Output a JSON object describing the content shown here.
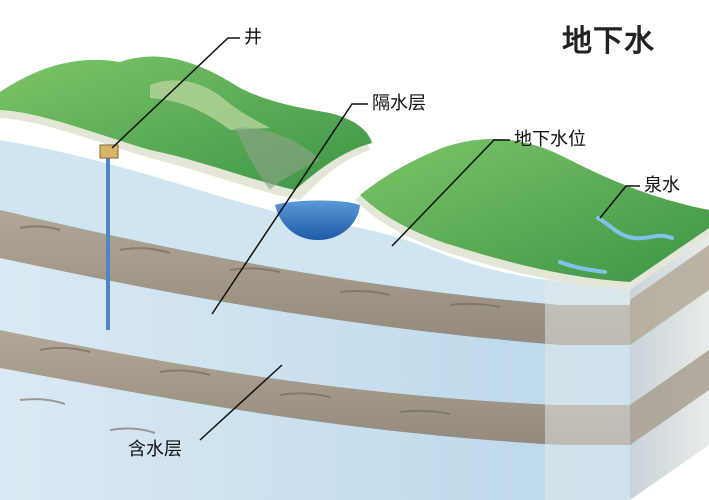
{
  "title": "地下水",
  "labels": {
    "well": "井",
    "aquiclude": "隔水层",
    "water_table": "地下水位",
    "spring": "泉水",
    "aquifer": "含水层"
  },
  "colors": {
    "grass_light": "#6fbf5a",
    "grass_dark": "#3f9a45",
    "rock_top": "#d4d9c8",
    "aquifer": "#cfe3ef",
    "aquiclude": "#a59b8e",
    "lake": "#2f6fb8",
    "well_pipe": "#4e86c5",
    "leader_line": "#111111"
  }
}
